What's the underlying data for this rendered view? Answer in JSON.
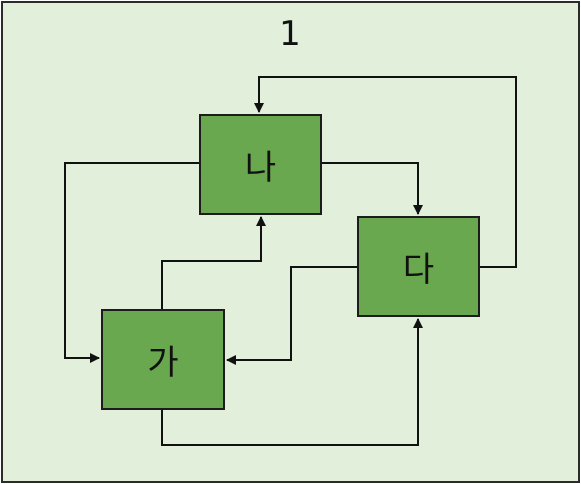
{
  "diagram": {
    "title": "1",
    "nodes": {
      "na": "나",
      "da": "다",
      "ga": "가"
    },
    "edges": [
      {
        "from": "na",
        "to": "da"
      },
      {
        "from": "da",
        "to": "na"
      },
      {
        "from": "na",
        "to": "ga"
      },
      {
        "from": "ga",
        "to": "na"
      },
      {
        "from": "da",
        "to": "ga"
      },
      {
        "from": "ga",
        "to": "da"
      }
    ]
  }
}
